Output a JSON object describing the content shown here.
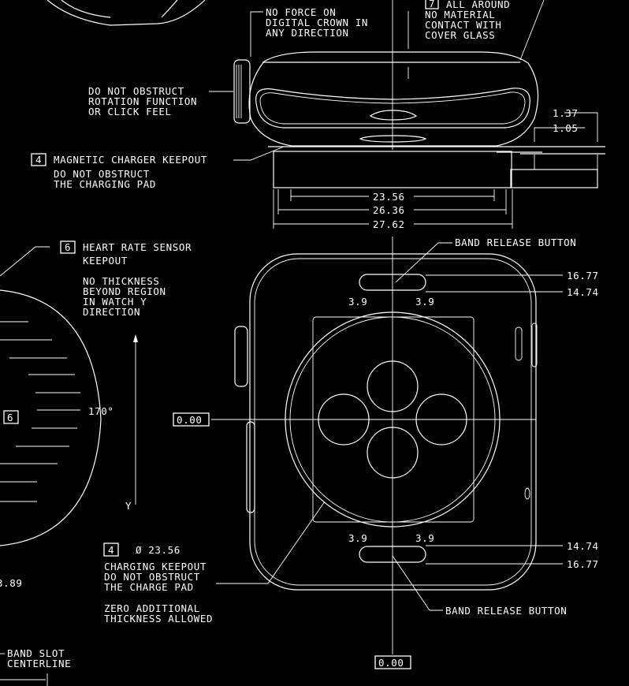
{
  "drawing": {
    "top_notes": {
      "crown": [
        "NO FORCE ON",
        "DIGITAL CROWN IN",
        "ANY DIRECTION"
      ],
      "glass_box": "7",
      "glass_title": "ALL AROUND",
      "glass": [
        "NO MATERIAL",
        "CONTACT WITH",
        "COVER GLASS"
      ],
      "rotation": [
        "DO NOT OBSTRUCT",
        "ROTATION FUNCTION",
        "OR CLICK FEEL"
      ],
      "charger_box": "4",
      "charger": [
        "MAGNETIC CHARGER KEEPOUT",
        "DO NOT OBSTRUCT",
        "THE CHARGING PAD"
      ]
    },
    "side_dims": {
      "d1": "23.56",
      "d2": "26.36",
      "d3": "27.62",
      "h1": "1.37",
      "h2": "1.05"
    },
    "heart_rate": {
      "box": "6",
      "title": [
        "HEART RATE SENSOR",
        "KEEPOUT"
      ],
      "note": [
        "NO THICKNESS",
        "BEYOND REGION",
        "IN WATCH Y",
        "DIRECTION"
      ],
      "angle": "170°",
      "box2": "6",
      "axis": "Y"
    },
    "back_view": {
      "band_release_top": "BAND RELEASE BUTTON",
      "band_release_bottom": "BAND RELEASE BUTTON",
      "top_dims": {
        "a": "16.77",
        "b": "14.74",
        "l": "3.9",
        "r": "3.9"
      },
      "bottom_dims": {
        "a": "14.74",
        "b": "16.77",
        "l": "3.9",
        "r": "3.9"
      },
      "datum_left": "0.00",
      "datum_bottom": "0.00"
    },
    "charging": {
      "box": "4",
      "diameter": "Ø 23.56",
      "note": [
        "CHARGING KEEPOUT",
        "DO NOT OBSTRUCT",
        "THE CHARGE PAD"
      ],
      "note2": [
        "ZERO ADDITIONAL",
        "THICKNESS ALLOWED"
      ]
    },
    "left_misc": {
      "dim": "3.89",
      "band_slot": [
        "BAND SLOT",
        "CENTERLINE"
      ]
    }
  }
}
